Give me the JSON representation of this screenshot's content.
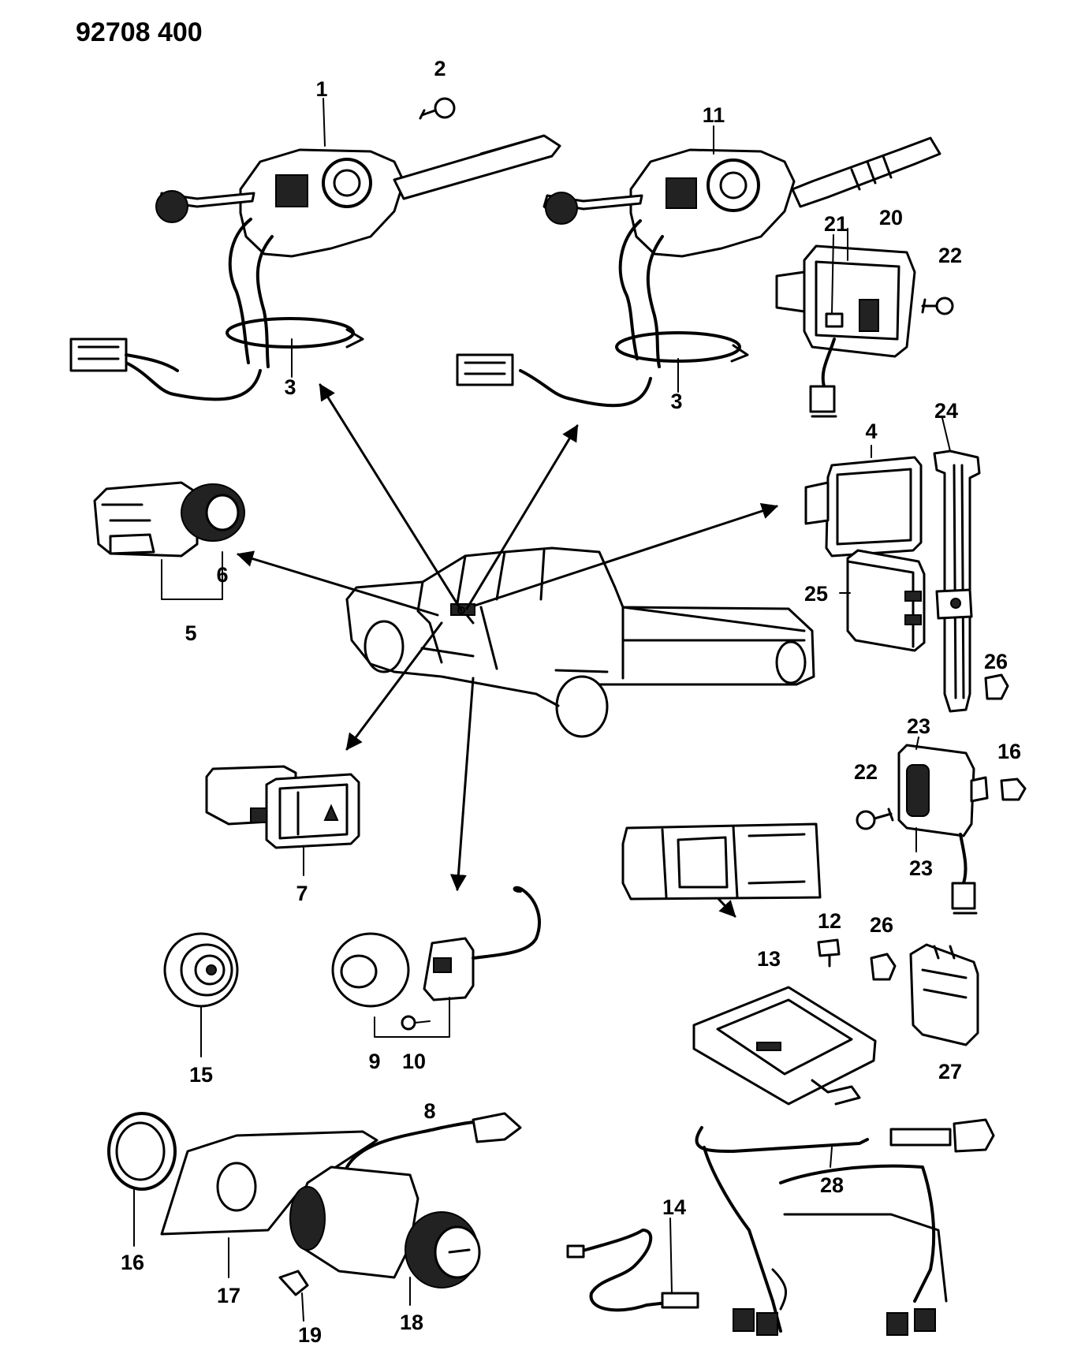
{
  "diagram_code": "92708 400",
  "labels": {
    "l1": "1",
    "l2": "2",
    "l3a": "3",
    "l3b": "3",
    "l4": "4",
    "l5": "5",
    "l6": "6",
    "l7": "7",
    "l8": "8",
    "l9": "9",
    "l10": "10",
    "l11": "11",
    "l12": "12",
    "l13": "13",
    "l14": "14",
    "l15": "15",
    "l16a": "16",
    "l16b": "16",
    "l17": "17",
    "l18": "18",
    "l19": "19",
    "l20": "20",
    "l21": "21",
    "l22a": "22",
    "l22b": "22",
    "l23a": "23",
    "l23b": "23",
    "l24": "24",
    "l25": "25",
    "l26a": "26",
    "l26b": "26",
    "l27": "27",
    "l28": "28"
  }
}
